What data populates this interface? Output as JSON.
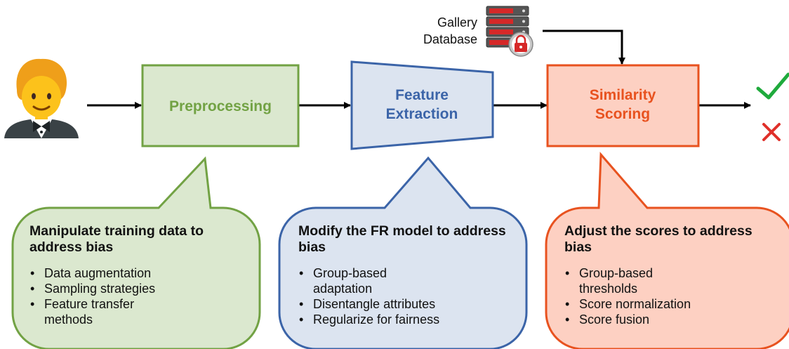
{
  "colors": {
    "green_stroke": "#72a244",
    "green_fill": "#dbe8cf",
    "blue_stroke": "#3b64a8",
    "blue_fill": "#dce4f0",
    "orange_stroke": "#e8521f",
    "orange_fill": "#fdd0c2",
    "check": "#1faa3c",
    "cross": "#e0302a"
  },
  "icons": {
    "person": "person-with-tuxedo-icon",
    "database": "server-database-icon",
    "lock": "lock-icon",
    "accept": "check-mark-icon",
    "reject": "cross-mark-icon"
  },
  "gallery": {
    "line1": "Gallery",
    "line2": "Database"
  },
  "stages": {
    "preprocessing": "Preprocessing",
    "feature_line1": "Feature",
    "feature_line2": "Extraction",
    "similarity_line1": "Similarity",
    "similarity_line2": "Scoring"
  },
  "bubbles": {
    "pre": {
      "title": "Manipulate training data to address bias",
      "items": [
        "Data augmentation",
        "Sampling strategies",
        "Feature transfer methods"
      ]
    },
    "in": {
      "title": "Modify the FR model to address bias",
      "items": [
        "Group-based adaptation",
        "Disentangle attributes",
        "Regularize for fairness"
      ]
    },
    "post": {
      "title": "Adjust the scores to address bias",
      "items": [
        "Group-based thresholds",
        "Score normalization",
        "Score fusion"
      ]
    }
  }
}
